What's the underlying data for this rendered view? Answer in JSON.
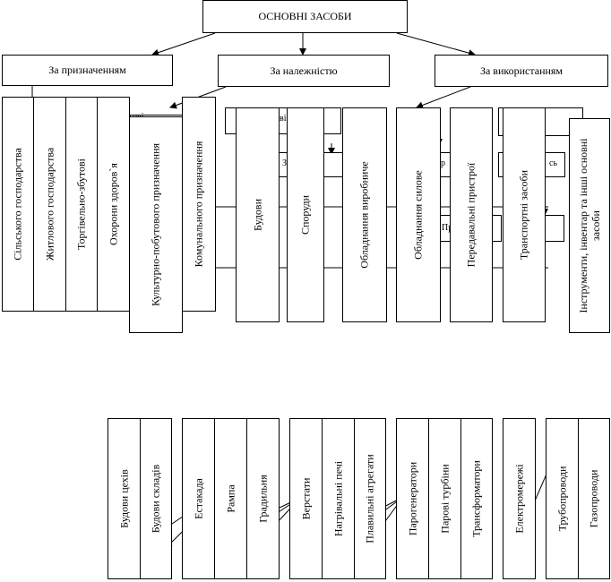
{
  "title": "ОСНОВНІ ЗАСОБИ",
  "groups": {
    "purpose": "За призначенням",
    "ownership": "За належністю",
    "usage": "За використанням"
  },
  "purpose_items": [
    "Сільського господарства",
    "Житлового господарства",
    "Торгівельно-збутові",
    "Охорони здоров`я",
    "Культурно-побутового призначення",
    "Комунального призначення"
  ],
  "tech_items": [
    "Будови",
    "Споруди",
    "Обладнання виробниче",
    "Обладнання силове",
    "Передавальні пристрої",
    "Транспортні засоби",
    "Інструменти, інвентар та інші основні засоби"
  ],
  "bottom_items": [
    "Будови цехів",
    "Будови складів",
    "Естакада",
    "Рампа",
    "Градильня",
    "Верстати",
    "Нагрівальні печі",
    "Плавильні агрегати",
    "Парогенератори",
    "Парові турбіни",
    "Трансформатори",
    "Електромережі",
    "Трубопроводи",
    "Газопроводи"
  ],
  "hidden_fragments": [
    "ові",
    "ві",
    "Зь",
    "ре",
    "р",
    "сь",
    "Пр",
    "о-",
    "і"
  ]
}
